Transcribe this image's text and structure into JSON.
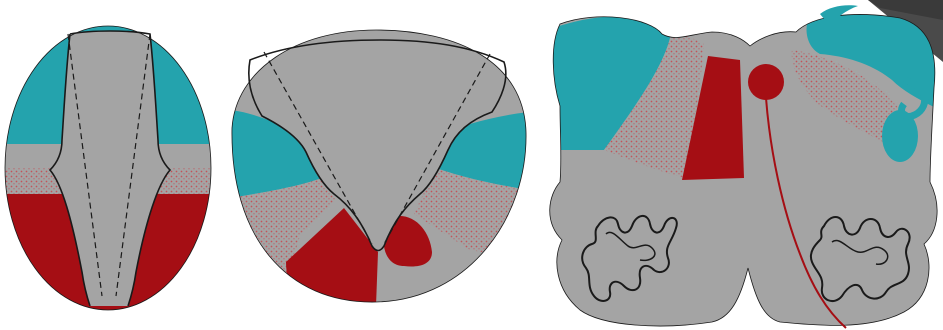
{
  "figure": {
    "panels": [
      {
        "id": "oval-section",
        "kind": "elliptical cross-section"
      },
      {
        "id": "round-section",
        "kind": "rounded cross-section"
      },
      {
        "id": "lobed-section",
        "kind": "lobed cross-section"
      }
    ]
  },
  "colors": {
    "background": "#ffffff",
    "tissue_gray": "#a4a4a4",
    "teal_region": "#24a3ad",
    "red_region": "#a50e14",
    "outline": "#1a1a1a",
    "stipple_red": "#c2545a",
    "corner_tab": "#4a4a4a"
  }
}
